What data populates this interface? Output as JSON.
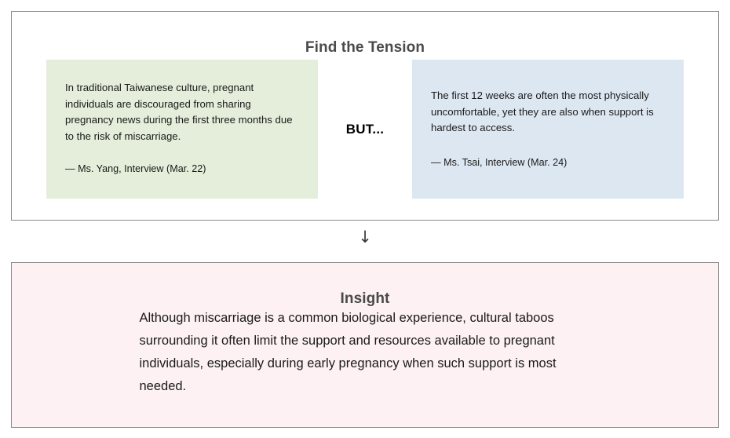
{
  "tension": {
    "title": "Find the Tension",
    "connector_label": "BUT...",
    "left_quote": {
      "text": "In traditional Taiwanese culture, pregnant individuals are discouraged from sharing pregnancy news during the first three months due to the risk of miscarriage.",
      "attribution": "— Ms. Yang, Interview (Mar. 22)",
      "background_color": "#e4eeda"
    },
    "right_quote": {
      "text": "The first 12 weeks are often the most physically uncomfortable, yet they are also when support is hardest to access.",
      "attribution": "— Ms. Tsai, Interview (Mar. 24)",
      "background_color": "#dde7f2"
    }
  },
  "flow": {
    "arrow_glyph": "↓"
  },
  "insight": {
    "title": "Insight",
    "text": "Although miscarriage is a common biological experience, cultural taboos surrounding it often limit the support and resources available to pregnant individuals, especially during early pregnancy when such support is most needed.",
    "background_color": "#fdf1f3"
  },
  "style": {
    "border_color": "#8a8a8a",
    "heading_color": "#4a4a4a",
    "body_text_color": "#1a1a1a",
    "page_background": "#ffffff"
  }
}
